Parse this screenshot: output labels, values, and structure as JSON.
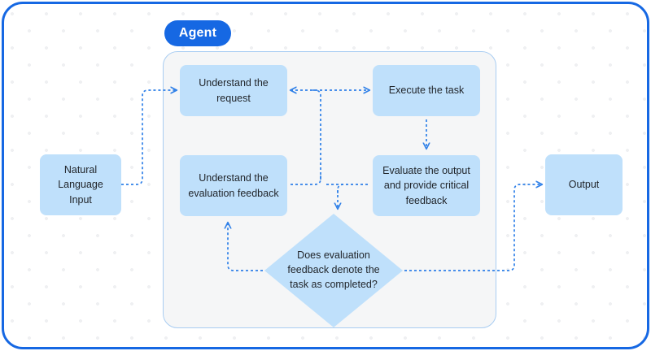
{
  "diagram": {
    "title_pill": "Agent",
    "colors": {
      "frame_border": "#1668e3",
      "pill_background": "#1668e3",
      "node_fill": "#bfe0fb",
      "container_fill": "#f5f6f7",
      "container_border": "#a9cdf2",
      "connector": "#2f80e8",
      "dot_grid": "#eff0f2",
      "text": "#1f2328"
    },
    "nodes": {
      "natural_language_input": "Natural Language Input",
      "understand_request": "Understand the request",
      "execute_task": "Execute the task",
      "understand_evaluation_feedback": "Understand the evaluation feedback",
      "evaluate_output": "Evaluate the output and provide critical feedback",
      "decision": "Does evaluation feedback denote the task as completed?",
      "output": "Output"
    },
    "edges": [
      {
        "from": "natural_language_input",
        "to": "understand_request",
        "style": "dashed",
        "arrow": "end"
      },
      {
        "from": "understand_request",
        "to": "execute_task",
        "style": "dashed",
        "arrow": "both"
      },
      {
        "from": "execute_task",
        "to": "evaluate_output",
        "style": "dashed",
        "arrow": "end"
      },
      {
        "from": "evaluate_output",
        "to": "decision",
        "style": "dashed",
        "arrow": "end"
      },
      {
        "from": "decision",
        "to": "understand_evaluation_feedback",
        "style": "dashed",
        "arrow": "end"
      },
      {
        "from": "understand_evaluation_feedback",
        "to": "evaluate_output",
        "style": "dashed",
        "arrow": "none"
      },
      {
        "from": "understand_evaluation_feedback",
        "to": "understand_request",
        "style": "dashed",
        "arrow": "none"
      },
      {
        "from": "decision",
        "to": "output",
        "style": "dashed",
        "arrow": "end"
      }
    ]
  }
}
